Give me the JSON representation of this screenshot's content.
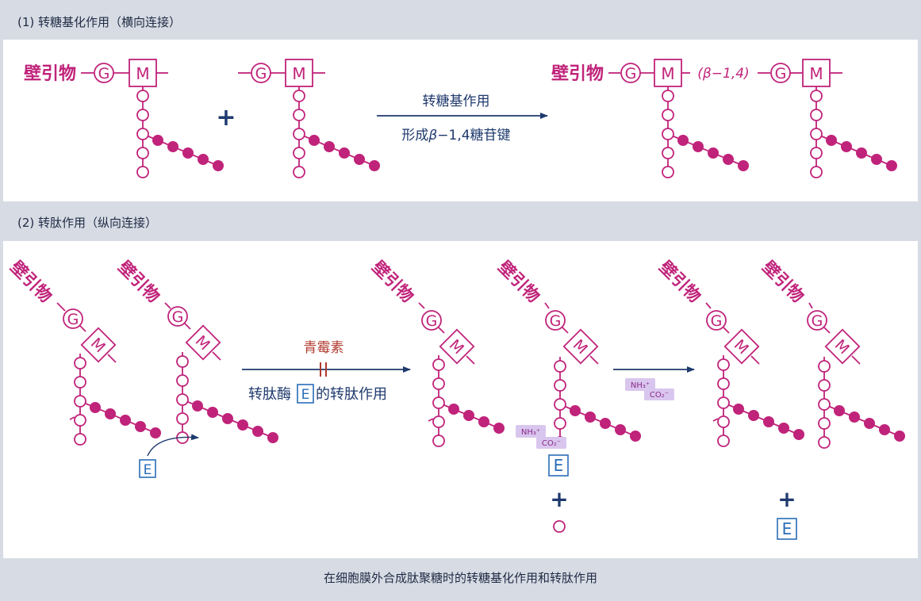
{
  "section1": {
    "header": "(1) 转糖基化作用（横向连接）",
    "wall_label": "壁引物",
    "g": "G",
    "m": "M",
    "plus": "+",
    "arrow_top": "转糖基作用",
    "arrow_bottom_prefix": "形成",
    "arrow_bottom_beta": "β",
    "arrow_bottom_suffix": "−1,4糖苷键",
    "bond_label": "(β−1,4)"
  },
  "section2": {
    "header": "(2) 转肽作用（纵向连接）",
    "wall_label": "壁引物",
    "g": "G",
    "m": "M",
    "inhibitor": "青霉素",
    "arrow_label_prefix": "转肽酶",
    "enzyme": "E",
    "arrow_label_suffix": "的转肽作用",
    "nh3": "NH₃⁺",
    "co2": "CO₂⁻",
    "plus": "+"
  },
  "caption": "在细胞膜外合成肽聚糖时的转糖基化作用和转肽作用",
  "colors": {
    "magenta": "#c0237a",
    "navy": "#1f3a6e",
    "red": "#b03a2e",
    "blue": "#2a6db8",
    "band": "#d7dce4",
    "tag": "#d9c6ee"
  }
}
